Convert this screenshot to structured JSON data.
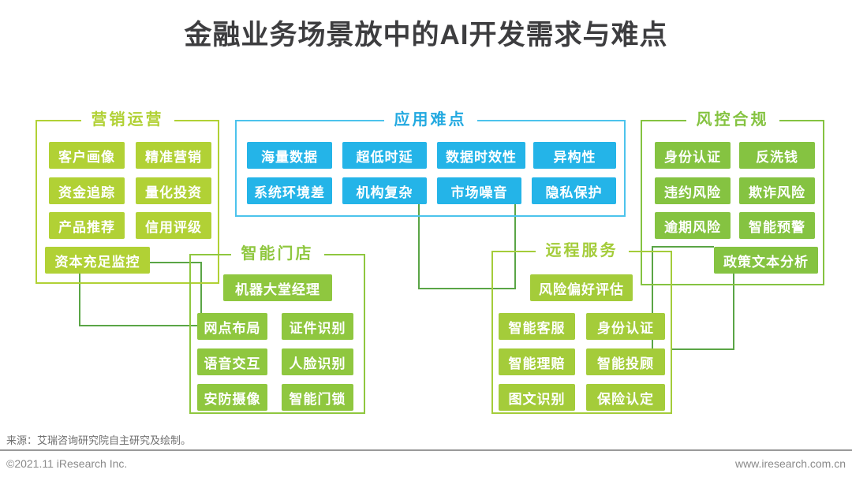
{
  "title": "金融业务场景放中的AI开发需求与难点",
  "groups": {
    "marketing": {
      "label": "营销运营",
      "items": [
        "客户画像",
        "精准营销",
        "资金追踪",
        "量化投资",
        "产品推荐",
        "信用评级"
      ],
      "wide": "资本充足监控"
    },
    "difficulties": {
      "label": "应用难点",
      "items": [
        "海量数据",
        "超低时延",
        "数据时效性",
        "异构性",
        "系统环境差",
        "机构复杂",
        "市场噪音",
        "隐私保护"
      ]
    },
    "risk": {
      "label": "风控合规",
      "items": [
        "身份认证",
        "反洗钱",
        "违约风险",
        "欺诈风险",
        "逾期风险",
        "智能预警"
      ],
      "wide": "政策文本分析"
    },
    "store": {
      "label": "智能门店",
      "wide": "机器大堂经理",
      "items": [
        "网点布局",
        "证件识别",
        "语音交互",
        "人脸识别",
        "安防摄像",
        "智能门锁"
      ]
    },
    "remote": {
      "label": "远程服务",
      "wide": "风险偏好评估",
      "items": [
        "智能客服",
        "身份认证",
        "智能理赔",
        "智能投顾",
        "图文识别",
        "保险认定"
      ]
    }
  },
  "footer": {
    "source": "来源：艾瑞咨询研究院自主研究及绘制。",
    "copyright": "©2021.11 iResearch Inc.",
    "website": "www.iresearch.com.cn"
  },
  "colors": {
    "marketing": "#b1d135",
    "store": "#8fc73f",
    "remote": "#a4cc3a",
    "risk": "#85c341",
    "difficulty": "#24b4e8",
    "difficulty_border": "#4cc3ec",
    "difficulty_text": "#22a9e0",
    "connector": "#5aa546",
    "title_text": "#3d3d3f"
  }
}
